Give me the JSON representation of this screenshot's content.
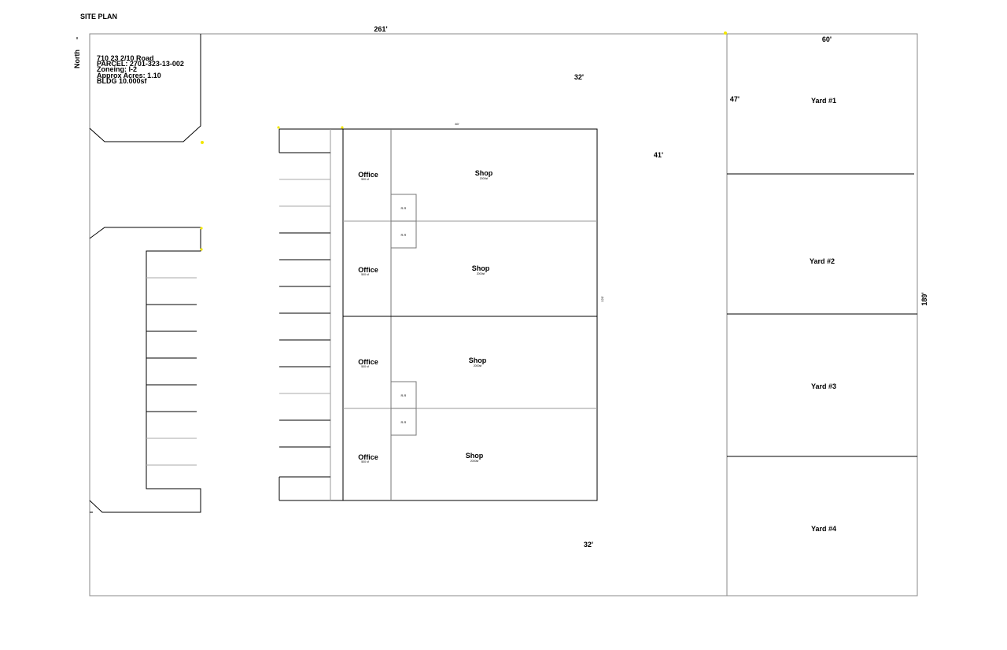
{
  "title": "SITE PLAN",
  "north_label": "North",
  "parcel_info": [
    "710 23 2/10 Road",
    "PARCEL: 2701-323-13-002",
    "Zoneing: I-2",
    "Approx Acres: 1.10",
    "BLDG 10.000sf"
  ],
  "dimensions": {
    "top_width": "261'",
    "right_height": "189'",
    "yard_width": "60'",
    "top_setback": "32'",
    "bottom_setback": "32'",
    "east_setback": "41'",
    "yard_gap": "47'",
    "building_width": "80'",
    "building_depth": "120'"
  },
  "units": [
    {
      "office": "Office",
      "office_area": "500 sf",
      "shop": "Shop",
      "shop_area": "2000sf"
    },
    {
      "office": "Office",
      "office_area": "500 sf",
      "shop": "Shop",
      "shop_area": "2000sf"
    },
    {
      "office": "Office",
      "office_area": "500 sf",
      "shop": "Shop",
      "shop_area": "2000sf"
    },
    {
      "office": "Office",
      "office_area": "500 sf",
      "shop": "Shop",
      "shop_area": "2000sf"
    }
  ],
  "restrooms": [
    "R.R",
    "R.R",
    "R.R",
    "R.R"
  ],
  "yards": [
    "Yard #1",
    "Yard #2",
    "Yard #3",
    "Yard #4"
  ],
  "colors": {
    "line": "#000000",
    "light_line": "#aaaaaa",
    "marker": "#f2e600"
  }
}
